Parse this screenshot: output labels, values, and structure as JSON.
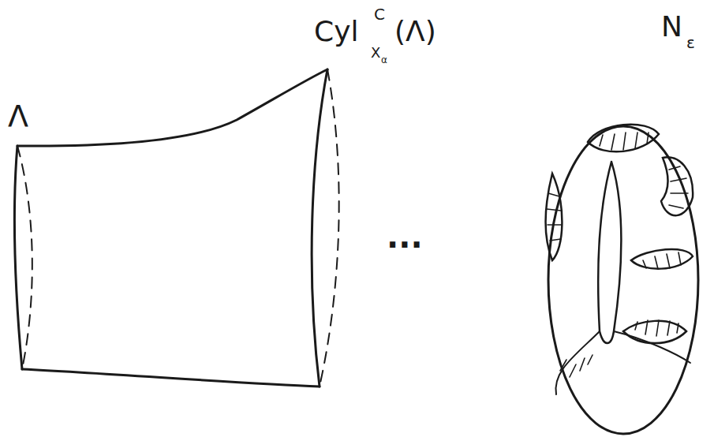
{
  "diagram": {
    "labels": [
      "Λ",
      "Cyl",
      "C",
      "X",
      "α",
      "(Λ)",
      "...",
      "N",
      "ε"
    ]
  }
}
